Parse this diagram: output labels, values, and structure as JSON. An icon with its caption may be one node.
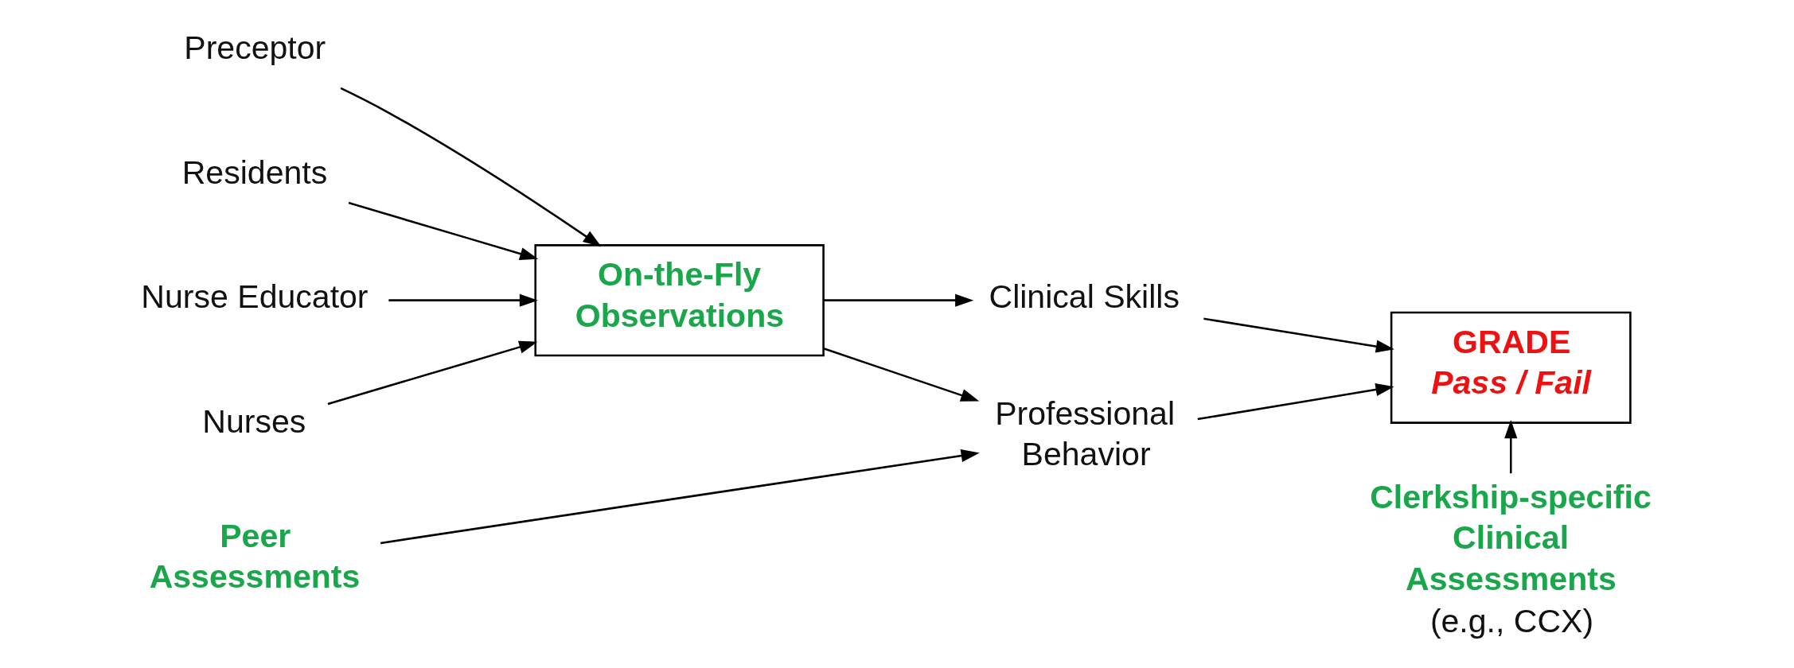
{
  "diagram": {
    "nodes": [
      {
        "text": [
          "Preceptor"
        ]
      },
      {
        "text": [
          "Residents"
        ]
      },
      {
        "text": [
          "Nurse Educator"
        ]
      },
      {
        "text": [
          "Nurses"
        ]
      },
      {
        "text": [
          "On-the-Fly Observations"
        ]
      },
      {
        "text": [
          "Clinical Skills"
        ]
      },
      {
        "text": [
          "Peer Assessments"
        ]
      },
      {
        "text": [
          "Professional Behavior"
        ]
      },
      {
        "text": [
          "GRADE",
          "Pass / Fail"
        ]
      },
      {
        "text": [
          "Clerkship-specific Clinical Assessments",
          "(e.g., CCX)"
        ]
      }
    ],
    "edges": [
      {
        "from": 0,
        "to": 4,
        "arrow": "to"
      },
      {
        "from": 1,
        "to": 4,
        "arrow": "to"
      },
      {
        "from": 2,
        "to": 4,
        "arrow": "to"
      },
      {
        "from": 3,
        "to": 4,
        "arrow": "to"
      },
      {
        "from": 4,
        "to": 5,
        "arrow": "to"
      },
      {
        "from": 4,
        "to": 7,
        "arrow": "to"
      },
      {
        "from": 6,
        "to": 7,
        "arrow": "to"
      },
      {
        "from": 5,
        "to": 8,
        "arrow": "to"
      },
      {
        "from": 7,
        "to": 8,
        "arrow": "to"
      },
      {
        "from": 9,
        "to": 8,
        "arrow": "to"
      }
    ]
  }
}
